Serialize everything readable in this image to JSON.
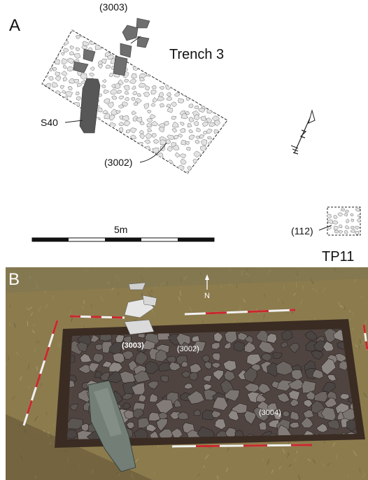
{
  "panel_a": {
    "letter": "A",
    "trench_title": "Trench 3",
    "context_3003": "(3003)",
    "context_3002": "(3002)",
    "stone_label": "S40",
    "test_pit_context": "(112)",
    "test_pit_label": "TP11",
    "scale_label": "5m"
  },
  "panel_b": {
    "letter": "B",
    "north_arrow": "N",
    "context_3003": "(3003)",
    "context_3002": "(3002)",
    "context_3004": "(3004)"
  },
  "colors": {
    "stone_fill": "#e3e3e3",
    "stone_dark": "#6f6f6f",
    "stone_darker": "#575757",
    "grass": "#8c7b4d",
    "soil": "#3a2c22",
    "rubble": "#6c6663",
    "range_red": "#c8282d"
  }
}
